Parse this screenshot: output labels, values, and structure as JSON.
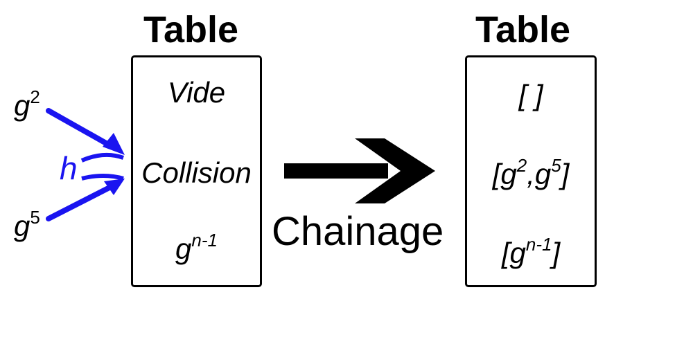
{
  "left_table": {
    "title": "Table",
    "row1": "Vide",
    "row2": "Collision",
    "row3": {
      "base": "g",
      "exp": "n-1"
    }
  },
  "inputs": {
    "top": {
      "base": "g",
      "exp": "2"
    },
    "bottom": {
      "base": "g",
      "exp": "5"
    },
    "hash_label": "h",
    "arrow_color": "#1a14f0"
  },
  "transition": {
    "label": "Chainage"
  },
  "right_table": {
    "title": "Table",
    "row1": "[ ]",
    "row2": {
      "open": "[",
      "a": "g",
      "a_exp": "2",
      "sep": ",",
      "b": "g",
      "b_exp": "5",
      "close": "]"
    },
    "row3": {
      "open": "[",
      "base": "g",
      "exp": "n-1",
      "close": "]"
    }
  }
}
